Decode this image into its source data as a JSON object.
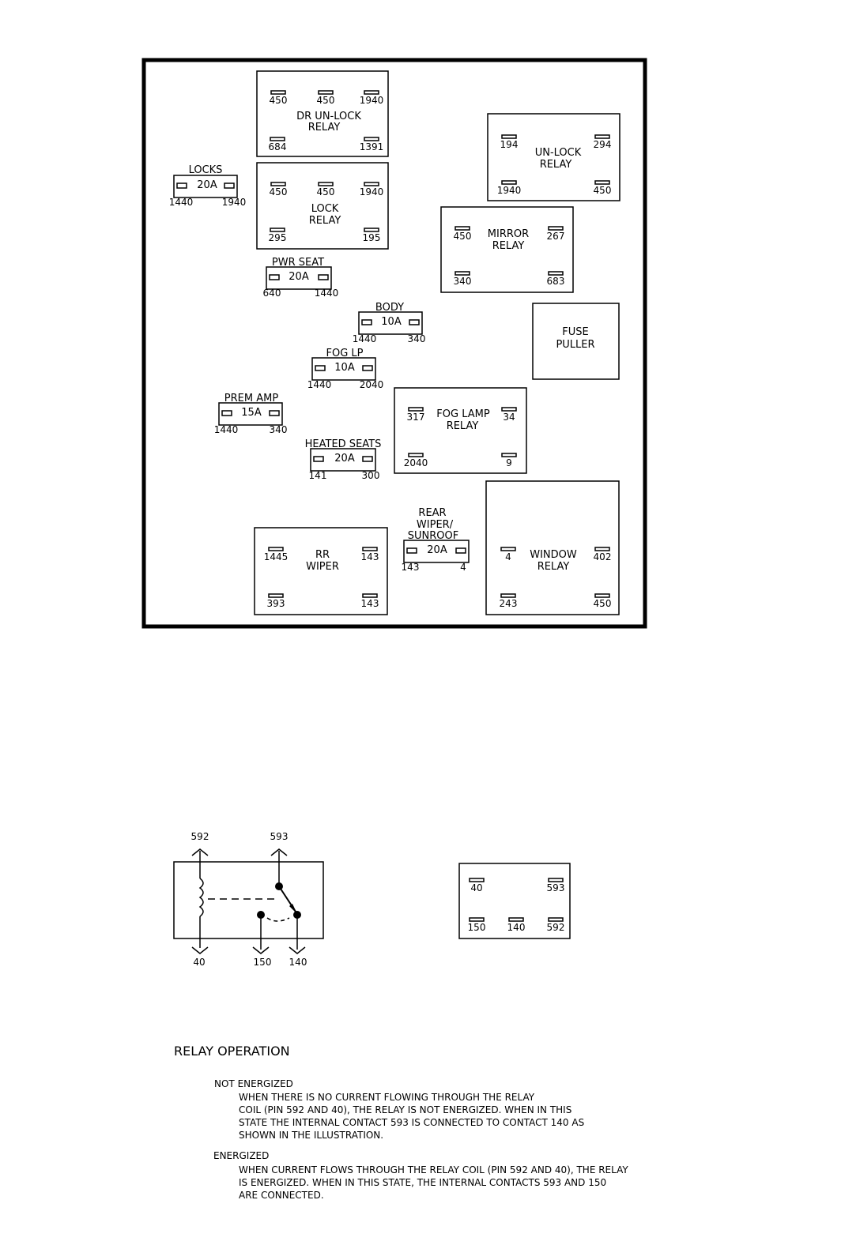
{
  "fuse_panel": {
    "relays": [
      {
        "label_lines": [
          "DR UN-LOCK",
          "RELAY"
        ],
        "pins_top": [
          "450",
          "450",
          "1940"
        ],
        "pins_bottom": [
          "684",
          "1391"
        ]
      },
      {
        "label_lines": [
          "LOCK",
          "RELAY"
        ],
        "pins_top": [
          "450",
          "450",
          "1940"
        ],
        "pins_bottom": [
          "295",
          "195"
        ]
      },
      {
        "label_lines": [
          "UN-LOCK",
          "RELAY"
        ],
        "pins_top": [
          "194",
          "294"
        ],
        "pins_bottom": [
          "1940",
          "450"
        ]
      },
      {
        "label_lines": [
          "MIRROR",
          "RELAY"
        ],
        "pins_top": [
          "450",
          "267"
        ],
        "pins_bottom": [
          "340",
          "683"
        ]
      },
      {
        "label_lines": [
          "FOG LAMP",
          "RELAY"
        ],
        "pins_top": [
          "317",
          "34"
        ],
        "pins_bottom": [
          "2040",
          "9"
        ]
      },
      {
        "label_lines": [
          "RR",
          "WIPER"
        ],
        "pins_top": [
          "1445",
          "143"
        ],
        "pins_bottom": [
          "393",
          "143"
        ]
      },
      {
        "label_lines": [
          "WINDOW",
          "RELAY"
        ],
        "pins_top": [
          "4",
          "402"
        ],
        "pins_bottom": [
          "243",
          "450"
        ]
      }
    ],
    "fuses": [
      {
        "name_lines": [
          "LOCKS"
        ],
        "rating": "20A",
        "pins": [
          "1440",
          "1940"
        ]
      },
      {
        "name_lines": [
          "PWR SEAT"
        ],
        "rating": "20A",
        "pins": [
          "640",
          "1440"
        ]
      },
      {
        "name_lines": [
          "BODY"
        ],
        "rating": "10A",
        "pins": [
          "1440",
          "340"
        ]
      },
      {
        "name_lines": [
          "FOG LP"
        ],
        "rating": "10A",
        "pins": [
          "1440",
          "2040"
        ]
      },
      {
        "name_lines": [
          "PREM AMP"
        ],
        "rating": "15A",
        "pins": [
          "1440",
          "340"
        ]
      },
      {
        "name_lines": [
          "HEATED SEATS"
        ],
        "rating": "20A",
        "pins": [
          "141",
          "300"
        ]
      },
      {
        "name_lines": [
          "REAR",
          "WIPER/",
          "SUNROOF"
        ],
        "rating": "20A",
        "pins": [
          "143",
          "4"
        ]
      }
    ],
    "fuse_puller": {
      "label_lines": [
        "FUSE",
        "PULLER"
      ]
    }
  },
  "relay_schematic": {
    "top_pins": [
      "592",
      "593"
    ],
    "bottom_pins": [
      "40",
      "150",
      "140"
    ]
  },
  "relay_pinout": {
    "top_pins": [
      "40",
      "593"
    ],
    "bottom_pins": [
      "150",
      "140",
      "592"
    ]
  },
  "relay_operation": {
    "heading": "RELAY OPERATION",
    "not_energized": {
      "title": "NOT ENERGIZED",
      "lines": [
        "WHEN THERE IS NO CURRENT FLOWING THROUGH THE RELAY",
        "COIL (PIN 592 AND 40), THE RELAY IS NOT ENERGIZED.  WHEN IN THIS",
        "STATE THE INTERNAL CONTACT 593 IS CONNECTED TO CONTACT 140 AS",
        "SHOWN IN THE ILLUSTRATION."
      ]
    },
    "energized": {
      "title": "ENERGIZED",
      "lines": [
        "WHEN CURRENT FLOWS THROUGH THE RELAY COIL (PIN 592 AND 40), THE RELAY",
        "IS ENERGIZED.  WHEN IN THIS STATE, THE INTERNAL CONTACTS 593 AND 150",
        "ARE CONNECTED."
      ]
    }
  }
}
